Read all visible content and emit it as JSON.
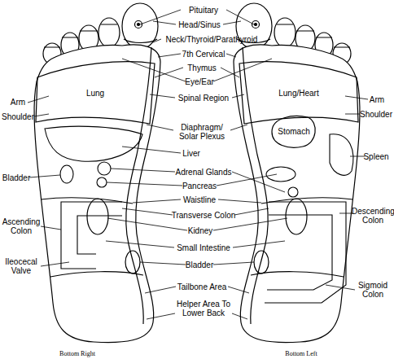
{
  "diagram": {
    "nodes": [
      {
        "text": [
          "Lung"
        ]
      },
      {
        "text": [
          "Lung/Heart"
        ]
      },
      {
        "text": [
          "Stomach"
        ]
      }
    ],
    "labels": [
      "Pituitary",
      "Head/Sinus",
      "Neck/Thyroid/Parathyroid",
      "7th Cervical",
      "Thymus",
      "Eye/Ear",
      "Arm",
      "Arm",
      "Spinal Region",
      "Shoulder",
      "Shoulder",
      "Diaphragm/ Solar Plexus",
      "Spleen",
      "Liver",
      "Bladder",
      "Adrenal Glands",
      "Pancreas",
      "Waistline",
      "Descending Colon",
      "Ascending Colon",
      "Transverse Colon",
      "Kidney",
      "Ileocecal Valve",
      "Small Intestine",
      "Bladder",
      "Sigmoid Colon",
      "Tailbone Area",
      "Helper Area To Lower Back",
      "Bottom Right",
      "Bottom Left"
    ]
  }
}
